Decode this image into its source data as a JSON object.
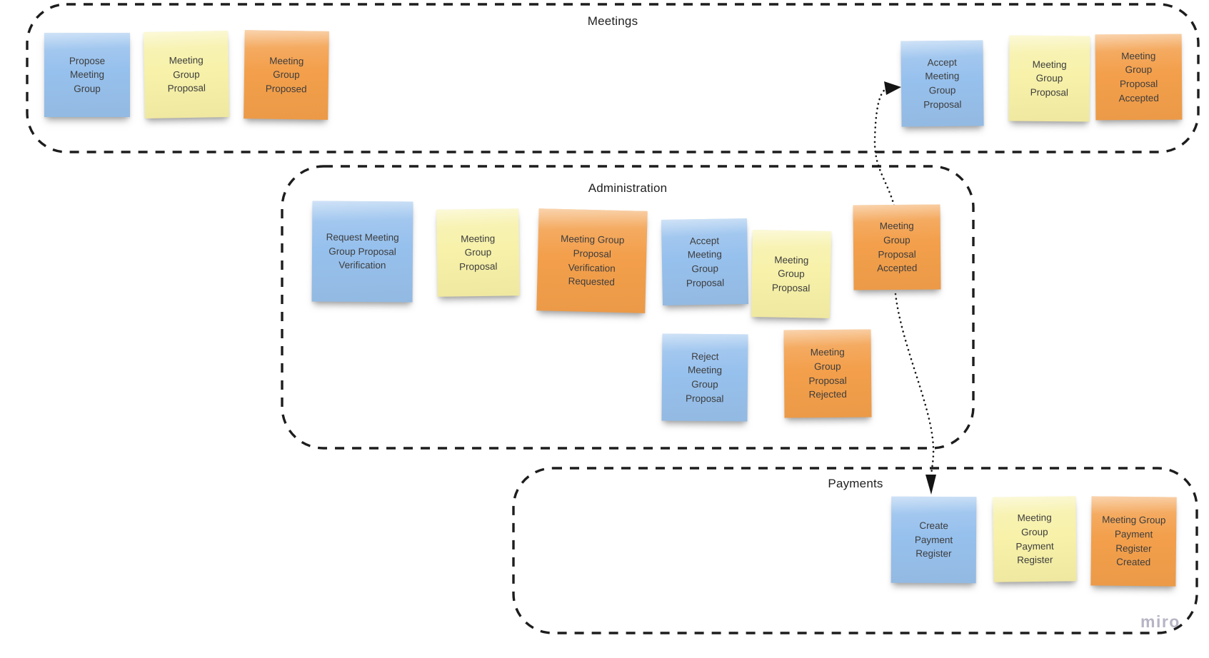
{
  "watermark": "miro",
  "palette": {
    "blue": "#96c0ed",
    "yellow": "#f7f1a9",
    "orange": "#f39f4b",
    "ink": "#3d3d3d",
    "border": "#1d1d1d",
    "watermark": "#b7b4c4"
  },
  "regions": [
    {
      "title": "Meetings",
      "notes": [
        {
          "text": "Propose\nMeeting\nGroup",
          "color": "blue"
        },
        {
          "text": "Meeting\nGroup\nProposal",
          "color": "yellow"
        },
        {
          "text": "Meeting\nGroup\nProposed",
          "color": "orange"
        },
        {
          "text": "Accept\nMeeting\nGroup\nProposal",
          "color": "blue"
        },
        {
          "text": "Meeting\nGroup\nProposal",
          "color": "yellow"
        },
        {
          "text": "Meeting\nGroup\nProposal\nAccepted",
          "color": "orange"
        }
      ]
    },
    {
      "title": "Administration",
      "notes": [
        {
          "text": "Request Meeting\nGroup Proposal\nVerification",
          "color": "blue"
        },
        {
          "text": "Meeting\nGroup\nProposal",
          "color": "yellow"
        },
        {
          "text": "Meeting Group\nProposal\nVerification\nRequested",
          "color": "orange"
        },
        {
          "text": "Accept\nMeeting\nGroup\nProposal",
          "color": "blue"
        },
        {
          "text": "Meeting\nGroup\nProposal",
          "color": "yellow"
        },
        {
          "text": "Meeting\nGroup\nProposal\nAccepted",
          "color": "orange"
        },
        {
          "text": "Reject\nMeeting\nGroup\nProposal",
          "color": "blue"
        },
        {
          "text": "Meeting\nGroup\nProposal\nRejected",
          "color": "orange"
        }
      ]
    },
    {
      "title": "Payments",
      "notes": [
        {
          "text": "Create\nPayment\nRegister",
          "color": "blue"
        },
        {
          "text": "Meeting\nGroup\nPayment\nRegister",
          "color": "yellow"
        },
        {
          "text": "Meeting Group\nPayment\nRegister\nCreated",
          "color": "orange"
        }
      ]
    }
  ],
  "connectors": [
    {
      "from": "Meeting Group Proposal Accepted (Administration)",
      "to": "Accept Meeting Group Proposal (Meetings)",
      "style": "dotted-arrow"
    },
    {
      "from": "Meeting Group Proposal Accepted (Administration)",
      "to": "Create Payment Register (Payments)",
      "style": "dotted-arrow"
    }
  ]
}
